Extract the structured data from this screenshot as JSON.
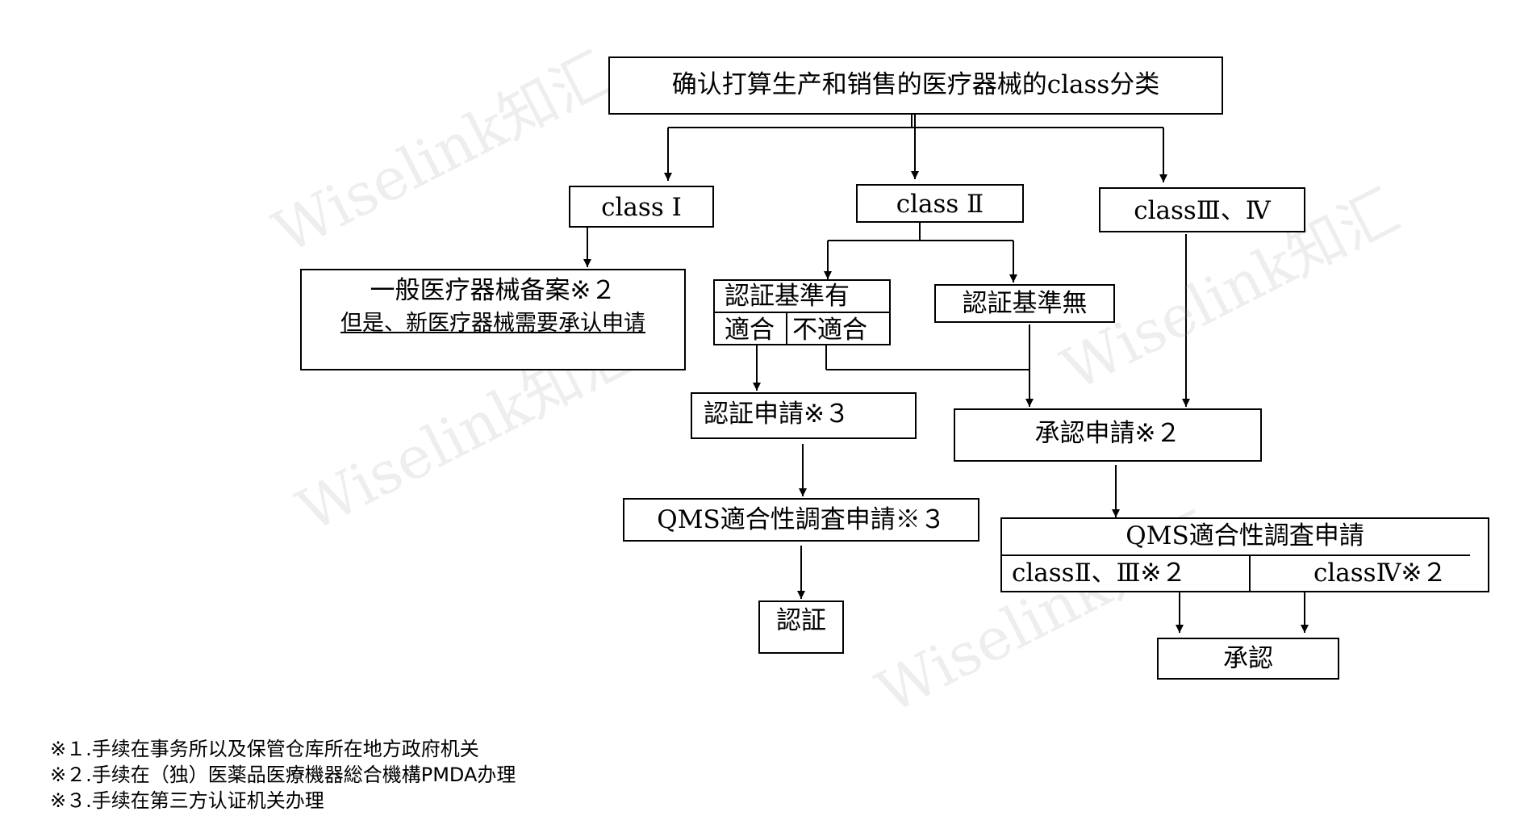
{
  "nodes": {
    "top": "确认打算生产和销售的医疗器械的class分类",
    "class1": "class Ⅰ",
    "class2": "class Ⅱ",
    "class34": "classⅢ、Ⅳ",
    "general_line1": "一般医疗器械备案※２",
    "general_line2": "但是、新医疗器械需要承认申请",
    "cert_std_yes": "認証基準有",
    "conform": "適合",
    "nonconform": "不適合",
    "cert_std_no": "認証基準無",
    "cert_apply": "認証申請※３",
    "approval_apply": "承認申請※２",
    "qms_left": "QMS適合性調査申請※３",
    "qms_right": "QMS適合性調査申請",
    "qms_right_class23": "classⅡ、Ⅲ※２",
    "qms_right_class4": "classⅣ※２",
    "certified": "認証",
    "approved": "承認"
  },
  "footnotes": [
    "※１.手续在事务所以及保管仓库所在地方政府机关",
    "※２.手续在（独）医薬品医療機器総合機構PMDA办理",
    "※３.手续在第三方认证机关办理"
  ],
  "watermark": "Wiselink知汇"
}
